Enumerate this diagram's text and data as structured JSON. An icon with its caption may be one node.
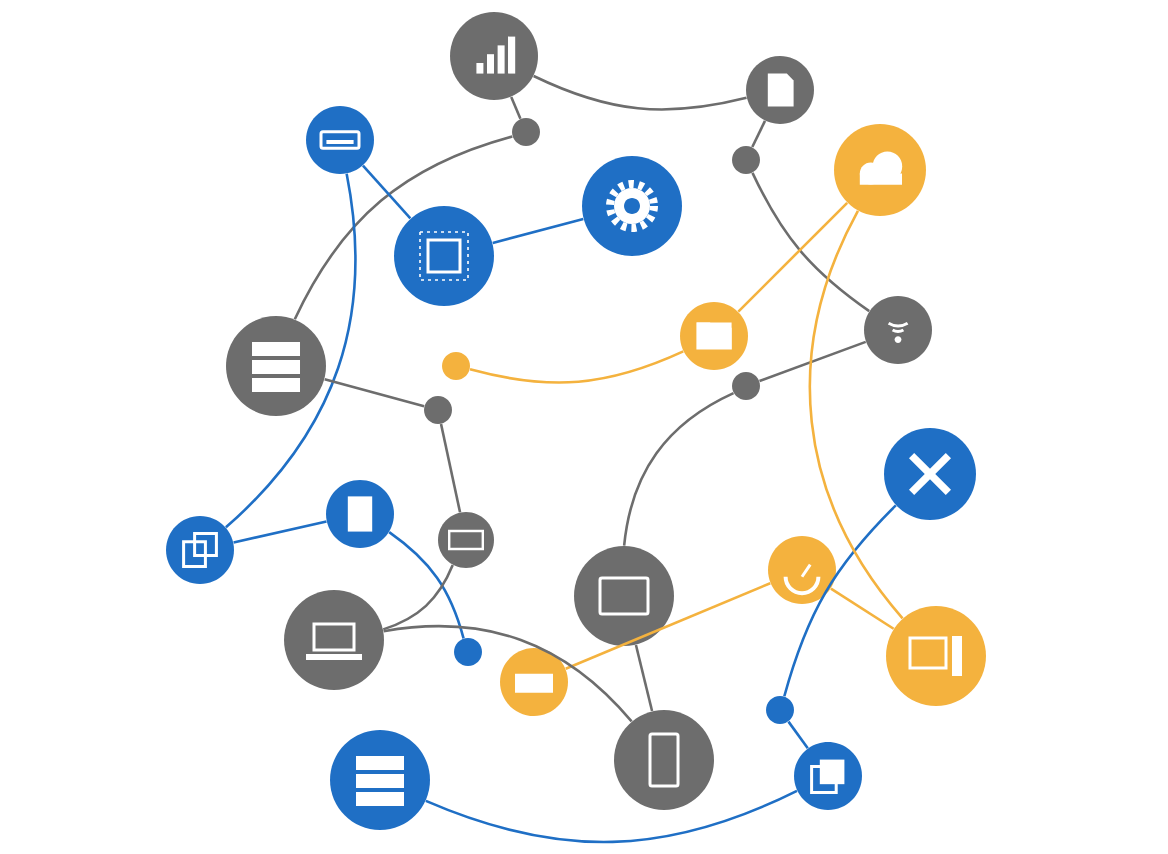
{
  "diagram": {
    "nodes": [
      {
        "text": [],
        "shape": "circle"
      },
      {
        "text": [],
        "shape": "circle"
      },
      {
        "text": [],
        "shape": "circle"
      },
      {
        "text": [],
        "shape": "circle"
      },
      {
        "text": [],
        "shape": "circle"
      },
      {
        "text": [],
        "shape": "circle"
      },
      {
        "text": [],
        "shape": "circle"
      },
      {
        "text": [],
        "shape": "circle"
      },
      {
        "text": [],
        "shape": "circle"
      },
      {
        "text": [],
        "shape": "circle"
      },
      {
        "text": [],
        "shape": "circle"
      },
      {
        "text": [],
        "shape": "circle"
      },
      {
        "text": [],
        "shape": "circle"
      },
      {
        "text": [],
        "shape": "circle"
      },
      {
        "text": [],
        "shape": "circle"
      },
      {
        "text": [],
        "shape": "circle"
      },
      {
        "text": [],
        "shape": "circle"
      },
      {
        "text": [],
        "shape": "circle"
      },
      {
        "text": [],
        "shape": "circle"
      },
      {
        "text": [],
        "shape": "circle"
      },
      {
        "text": [],
        "shape": "circle"
      },
      {
        "text": [],
        "shape": "circle"
      },
      {
        "text": [],
        "shape": "circle"
      },
      {
        "text": [],
        "shape": "circle"
      },
      {
        "text": [],
        "shape": "circle"
      },
      {
        "text": [],
        "shape": "circle"
      },
      {
        "text": [],
        "shape": "circle"
      },
      {
        "text": [],
        "shape": "circle"
      }
    ],
    "edges": [
      {
        "from": 0,
        "to": 3,
        "arrow": "none"
      },
      {
        "from": 3,
        "to": 10,
        "arrow": "none"
      },
      {
        "from": 0,
        "to": 1,
        "arrow": "none"
      },
      {
        "from": 1,
        "to": 5,
        "arrow": "none"
      },
      {
        "from": 5,
        "to": 9,
        "arrow": "none"
      },
      {
        "from": 9,
        "to": 12,
        "arrow": "none"
      },
      {
        "from": 12,
        "to": 19,
        "arrow": "none"
      },
      {
        "from": 2,
        "to": 7,
        "arrow": "none",
        "color": "#1f6fc5"
      },
      {
        "from": 7,
        "to": 6,
        "arrow": "none",
        "color": "#1f6fc5"
      },
      {
        "from": 2,
        "to": 16,
        "arrow": "none",
        "color": "#1f6fc5"
      },
      {
        "from": 16,
        "to": 15,
        "arrow": "none",
        "color": "#1f6fc5"
      },
      {
        "from": 15,
        "to": 21,
        "arrow": "none",
        "color": "#1f6fc5"
      },
      {
        "from": 26,
        "to": 27,
        "arrow": "none",
        "color": "#1f6fc5"
      },
      {
        "from": 27,
        "to": 24,
        "arrow": "none",
        "color": "#1f6fc5"
      },
      {
        "from": 24,
        "to": 14,
        "arrow": "none",
        "color": "#1f6fc5"
      },
      {
        "from": 11,
        "to": 8,
        "arrow": "none",
        "color": "#f4b23e"
      },
      {
        "from": 8,
        "to": 4,
        "arrow": "none",
        "color": "#f4b23e"
      },
      {
        "from": 4,
        "to": 23,
        "arrow": "none",
        "color": "#f4b23e"
      },
      {
        "from": 23,
        "to": 18,
        "arrow": "none",
        "color": "#f4b23e"
      },
      {
        "from": 18,
        "to": 22,
        "arrow": "none",
        "color": "#f4b23e"
      },
      {
        "from": 10,
        "to": 13,
        "arrow": "none"
      },
      {
        "from": 13,
        "to": 17,
        "arrow": "none"
      },
      {
        "from": 17,
        "to": 20,
        "arrow": "none"
      },
      {
        "from": 20,
        "to": 25,
        "arrow": "none"
      },
      {
        "from": 25,
        "to": 19,
        "arrow": "none"
      }
    ]
  }
}
